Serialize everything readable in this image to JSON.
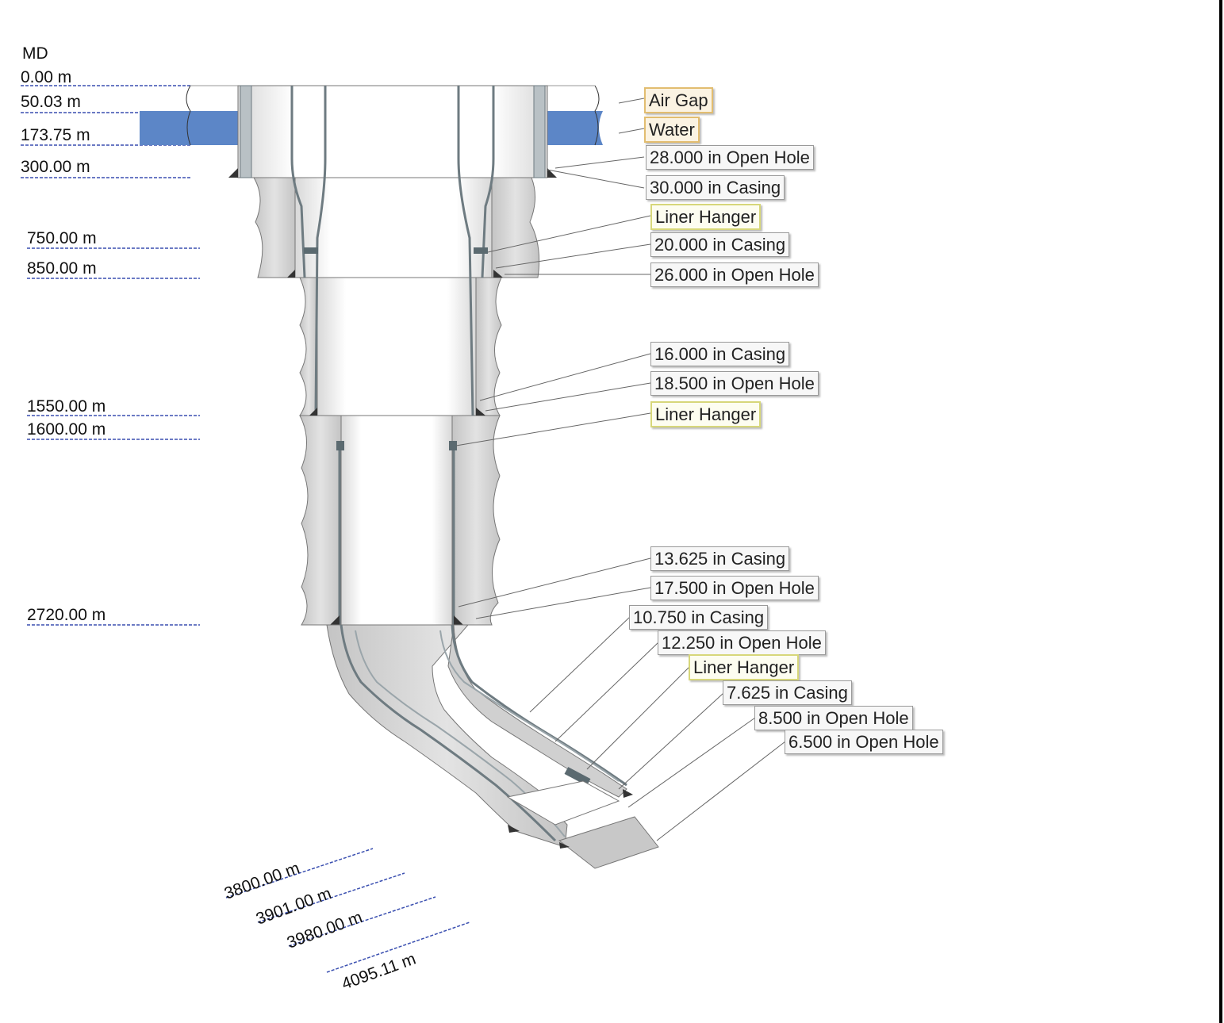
{
  "depth_axis": {
    "title": "MD",
    "labels": [
      "0.00 m",
      "50.03 m",
      "173.75 m",
      "300.00 m",
      "750.00 m",
      "850.00 m",
      "1550.00 m",
      "1600.00 m",
      "2720.00 m"
    ],
    "deviated_labels": [
      "3800.00 m",
      "3901.00 m",
      "3980.00 m",
      "4095.11 m"
    ]
  },
  "environment": {
    "air_gap": "Air Gap",
    "water": "Water",
    "water_color": "#5c86c7"
  },
  "components": [
    {
      "label": "28.000 in Open Hole",
      "kind": "open-hole"
    },
    {
      "label": "30.000 in Casing",
      "kind": "casing"
    },
    {
      "label": "Liner Hanger",
      "kind": "hanger"
    },
    {
      "label": "20.000 in Casing",
      "kind": "casing"
    },
    {
      "label": "26.000 in Open Hole",
      "kind": "open-hole"
    },
    {
      "label": "16.000 in Casing",
      "kind": "casing"
    },
    {
      "label": "18.500 in Open Hole",
      "kind": "open-hole"
    },
    {
      "label": "Liner Hanger",
      "kind": "hanger"
    },
    {
      "label": "13.625 in Casing",
      "kind": "casing"
    },
    {
      "label": "17.500 in Open Hole",
      "kind": "open-hole"
    },
    {
      "label": "10.750 in Casing",
      "kind": "casing"
    },
    {
      "label": "12.250 in Open Hole",
      "kind": "open-hole"
    },
    {
      "label": "Liner Hanger",
      "kind": "hanger"
    },
    {
      "label": "7.625 in Casing",
      "kind": "casing"
    },
    {
      "label": "8.500 in Open Hole",
      "kind": "open-hole"
    },
    {
      "label": "6.500 in Open Hole",
      "kind": "open-hole"
    }
  ],
  "colors": {
    "cement": "#cfcfcf",
    "casing": "#8e9aa0",
    "leader": "#666666",
    "depth_line": "#3a4fb0"
  }
}
